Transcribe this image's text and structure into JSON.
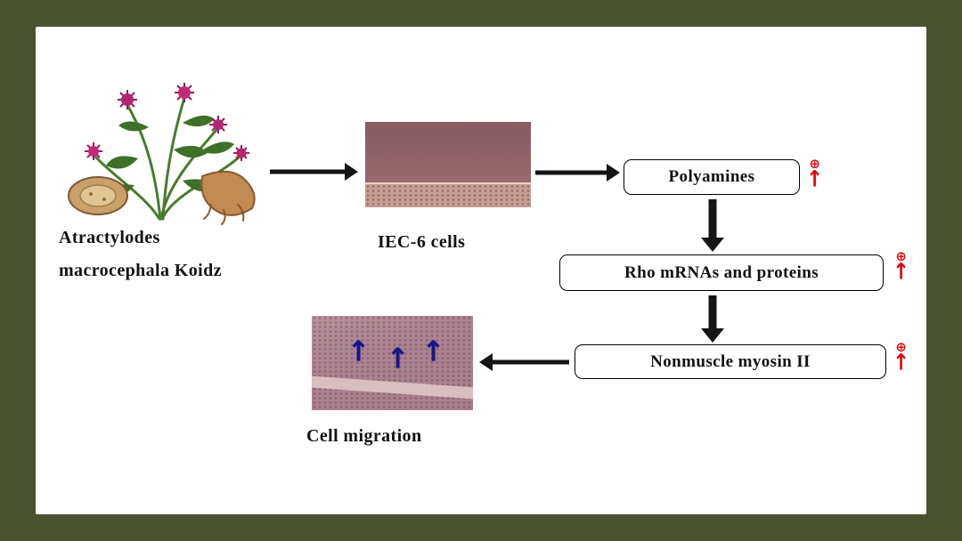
{
  "palette": {
    "outer_background": "#4a5130",
    "panel_background": "#ffffff",
    "box_border": "#000000",
    "label_text": "#111111",
    "flow_arrow_black": "#151515",
    "upregulation_red": "#e8000b",
    "migration_arrow_blue": "#16168c",
    "micrograph_dark_mauve": "#96666c",
    "micrograph_light_band": "#c59d96"
  },
  "diagram": {
    "source": {
      "name_line1": "Atractylodes",
      "name_line2": "macrocephala Koidz"
    },
    "cells": {
      "label": "IEC-6 cells"
    },
    "boxes": [
      {
        "id": "polyamines",
        "label": "Polyamines"
      },
      {
        "id": "rho",
        "label": "Rho mRNAs and proteins"
      },
      {
        "id": "myosin",
        "label": "Nonmuscle myosin II"
      }
    ],
    "outcome": {
      "label": "Cell migration"
    },
    "symbols": {
      "oplus": "⊕",
      "up_arrow": "↑"
    }
  }
}
